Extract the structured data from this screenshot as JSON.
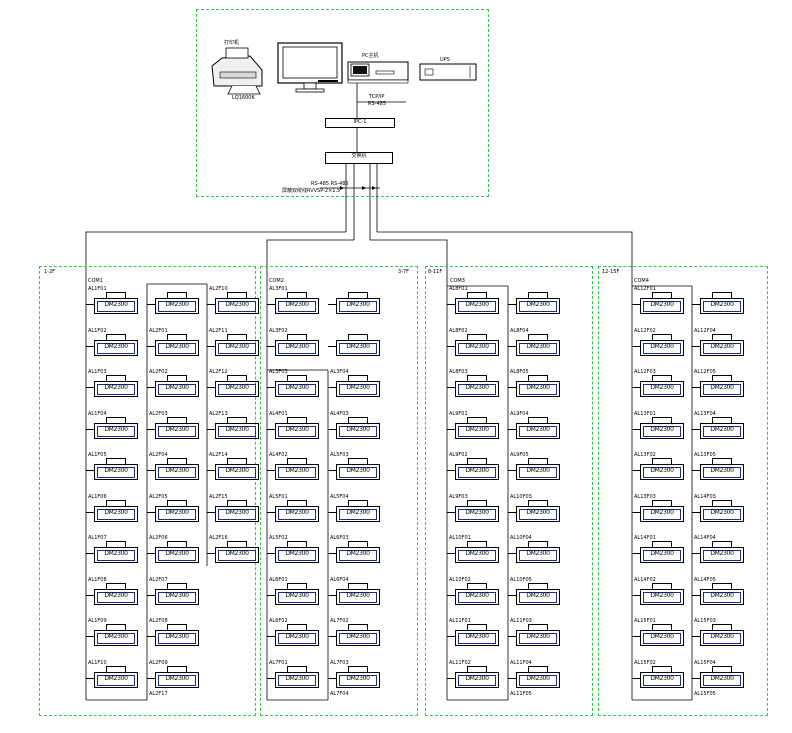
{
  "control_room": {
    "printer_label": "打印机",
    "printer_model": "LQ1600K",
    "host_label": "PC主机",
    "ups_label": "UPS",
    "line_label_1": "TCP/IP",
    "line_label_2": "RS-485",
    "box1_label": "IPC-1",
    "box2_label": "交换机"
  },
  "trunk_label_1": "RS-485 RS-485",
  "trunk_label_2": "屏蔽双绞线RVVSP-2×1.5",
  "meter_model": "DM2300",
  "groups": [
    {
      "title": "1-2F",
      "header": "COM1",
      "columns": [
        [
          "AL1F01",
          "AL1F02",
          "AL1F03",
          "AL1F04",
          "AL1F05",
          "AL1F06",
          "AL1F07",
          "AL1F08",
          "AL1F09",
          "AL1F10"
        ],
        [
          "",
          "AL2F01",
          "AL2F02",
          "AL2F03",
          "AL2F04",
          "AL2F05",
          "AL2F06",
          "AL2F07",
          "AL2F08",
          "AL2F09"
        ],
        [
          "AL2F10",
          "AL2F11",
          "AL2F12",
          "AL2F13",
          "AL2F14",
          "AL2F15",
          "AL2F16"
        ]
      ],
      "footer": "AL2F17"
    },
    {
      "title": "3-7F",
      "header": "COM2",
      "columns": [
        [
          "AL3F01",
          "AL3F02",
          "AL3F03",
          "AL4F01",
          "AL4F02",
          "AL5F01",
          "AL5F02",
          "AL6F01",
          "AL6F02",
          "AL7F01"
        ],
        [
          "",
          "",
          "AL3F04",
          "AL4F03",
          "AL5F03",
          "AL5F04",
          "AL6F03",
          "AL6F04",
          "AL7F02",
          "AL7F03"
        ]
      ],
      "footer": "AL7F04"
    },
    {
      "title": "8-11F",
      "header": "COM3",
      "columns": [
        [
          "AL8F01",
          "AL8F02",
          "AL8F03",
          "AL9F01",
          "AL9F02",
          "AL9F03",
          "AL10F01",
          "AL10F02",
          "AL11F01",
          "AL11F02"
        ],
        [
          "",
          "AL8F04",
          "AL8F05",
          "AL9F04",
          "AL9F05",
          "AL10F03",
          "AL10F04",
          "AL10F05",
          "AL11F03",
          "AL11F04"
        ]
      ],
      "footer": "AL11F05"
    },
    {
      "title": "12-15F",
      "header": "COM4",
      "columns": [
        [
          "AL12F01",
          "AL12F02",
          "AL12F03",
          "AL13F01",
          "AL13F02",
          "AL13F03",
          "AL14F01",
          "AL14F02",
          "AL15F01",
          "AL15F02"
        ],
        [
          "",
          "AL12F04",
          "AL12F05",
          "AL13F04",
          "AL13F05",
          "AL14F03",
          "AL14F04",
          "AL14F05",
          "AL15F03",
          "AL15F04"
        ]
      ],
      "footer": "AL15F05"
    }
  ]
}
